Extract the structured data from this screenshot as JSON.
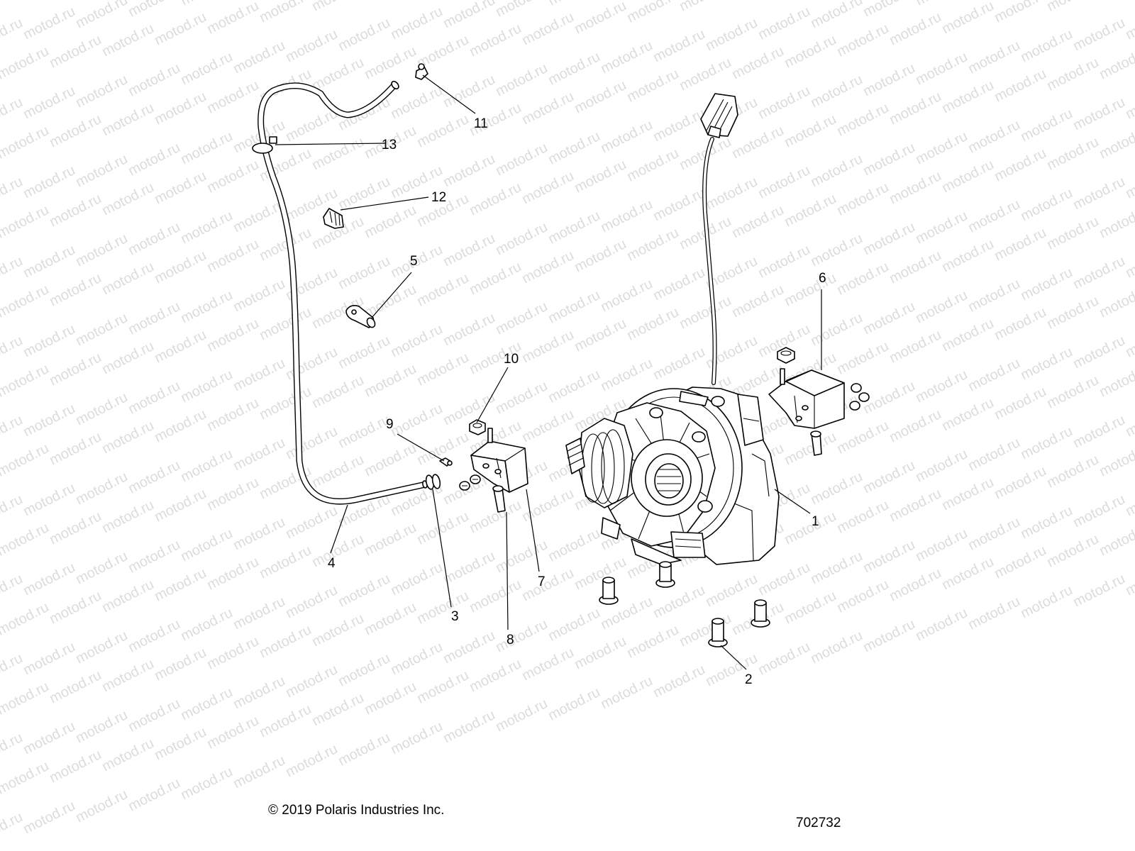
{
  "watermark": {
    "text": "motod.ru"
  },
  "callouts": [
    {
      "id": "c1",
      "label": "1"
    },
    {
      "id": "c2",
      "label": "2"
    },
    {
      "id": "c3",
      "label": "3"
    },
    {
      "id": "c4",
      "label": "4"
    },
    {
      "id": "c5",
      "label": "5"
    },
    {
      "id": "c6",
      "label": "6"
    },
    {
      "id": "c7",
      "label": "7"
    },
    {
      "id": "c8",
      "label": "8"
    },
    {
      "id": "c9",
      "label": "9"
    },
    {
      "id": "c10",
      "label": "10"
    },
    {
      "id": "c11",
      "label": "11"
    },
    {
      "id": "c12",
      "label": "12"
    },
    {
      "id": "c13",
      "label": "13"
    }
  ],
  "footer": {
    "copyright": "© 2019 Polaris Industries Inc.",
    "diagram_number": "702732"
  }
}
